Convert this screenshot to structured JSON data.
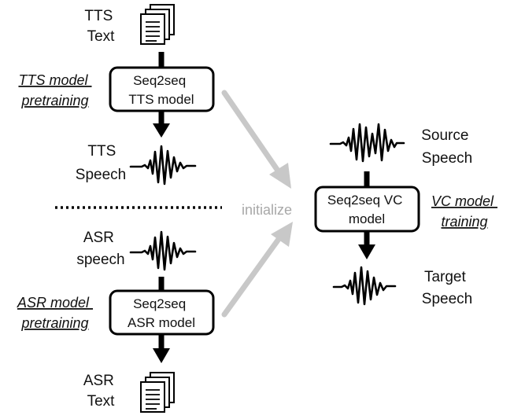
{
  "tts": {
    "text_label": [
      "TTS",
      "Text"
    ],
    "pretrain_label": [
      "TTS model",
      "pretraining"
    ],
    "model_label": [
      "Seq2seq",
      "TTS model"
    ],
    "speech_label": [
      "TTS",
      "Speech"
    ]
  },
  "asr": {
    "speech_label": [
      "ASR",
      "speech"
    ],
    "pretrain_label": [
      "ASR model",
      "pretraining"
    ],
    "model_label": [
      "Seq2seq",
      "ASR model"
    ],
    "text_label": [
      "ASR",
      "Text"
    ]
  },
  "vc": {
    "source_label": [
      "Source",
      "Speech"
    ],
    "model_label": [
      "Seq2seq VC",
      "model"
    ],
    "train_label": [
      "VC model",
      "training"
    ],
    "target_label": [
      "Target",
      "Speech"
    ]
  },
  "initialize_label": "initialize",
  "colors": {
    "stroke": "#000000",
    "grey_arrow": "#c8c8c8",
    "grey_text": "#a8a8a8"
  }
}
